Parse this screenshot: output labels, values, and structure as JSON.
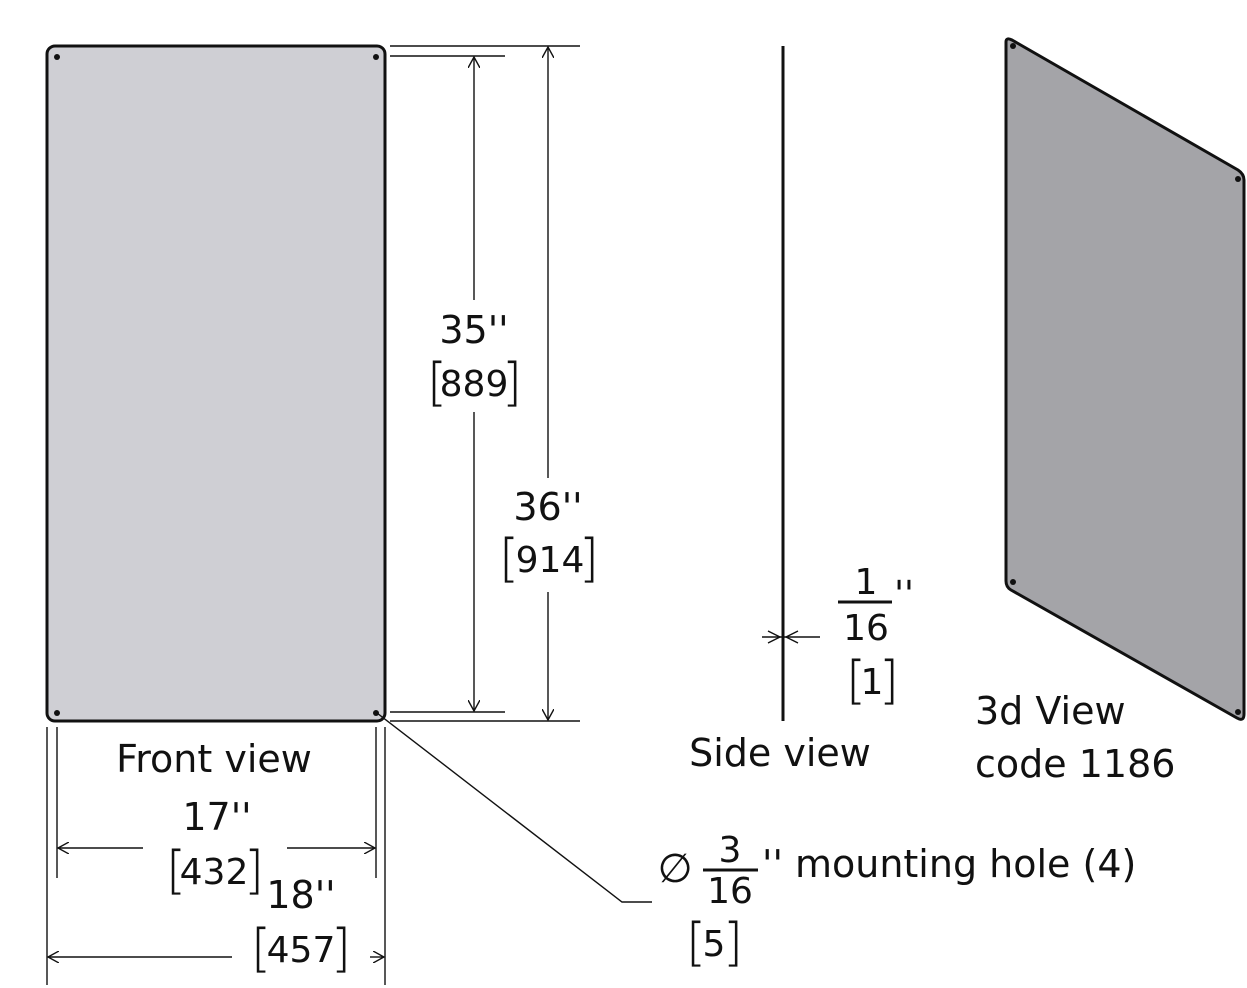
{
  "views": {
    "front_label": "Front view",
    "side_label": "Side view",
    "iso_label": "3d View",
    "code_label": "code 1186"
  },
  "dimensions": {
    "height_inner_in": "35''",
    "height_inner_mm": "889",
    "height_outer_in": "36''",
    "height_outer_mm": "914",
    "width_inner_in": "17''",
    "width_inner_mm": "432",
    "width_outer_in": "18''",
    "width_outer_mm": "457",
    "thickness_num": "1",
    "thickness_den": "16",
    "thickness_unit": "''",
    "thickness_mm": "1",
    "hole_symbol": "∅",
    "hole_num": "3",
    "hole_den": "16",
    "hole_text": "'' mounting hole (4)",
    "hole_mm": "5"
  },
  "colors": {
    "front_panel_fill": "#cfcfd4",
    "iso_panel_fill": "#a4a4a8",
    "line": "#111111"
  }
}
